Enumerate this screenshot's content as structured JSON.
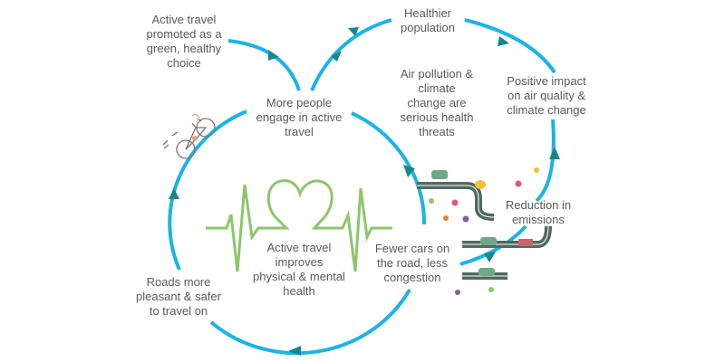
{
  "diagram": {
    "nodes": {
      "promoted": "Active travel\npromoted as a\ngreen, healthy\nchoice",
      "healthier": "Healthier\npopulation",
      "more_people": "More people\nengage in active\ntravel",
      "air_pollution": "Air pollution &\nclimate\nchange are\nserious health\nthreats",
      "positive_impact": "Positive impact\non air quality &\nclimate change",
      "reduction": "Reduction in\nemissions",
      "fewer_cars": "Fewer cars on\nthe road, less\ncongestion",
      "improves_health": "Active travel\nimproves\nphysical & mental\nhealth",
      "roads_pleasant": "Roads more\npleasant & safer\nto travel on"
    },
    "colors": {
      "arc": "#1ab4e6",
      "arrow": "#17878f",
      "heartbeat": "#8cc66a",
      "road": "#4f6b61",
      "text": "#5a5a5a"
    }
  }
}
